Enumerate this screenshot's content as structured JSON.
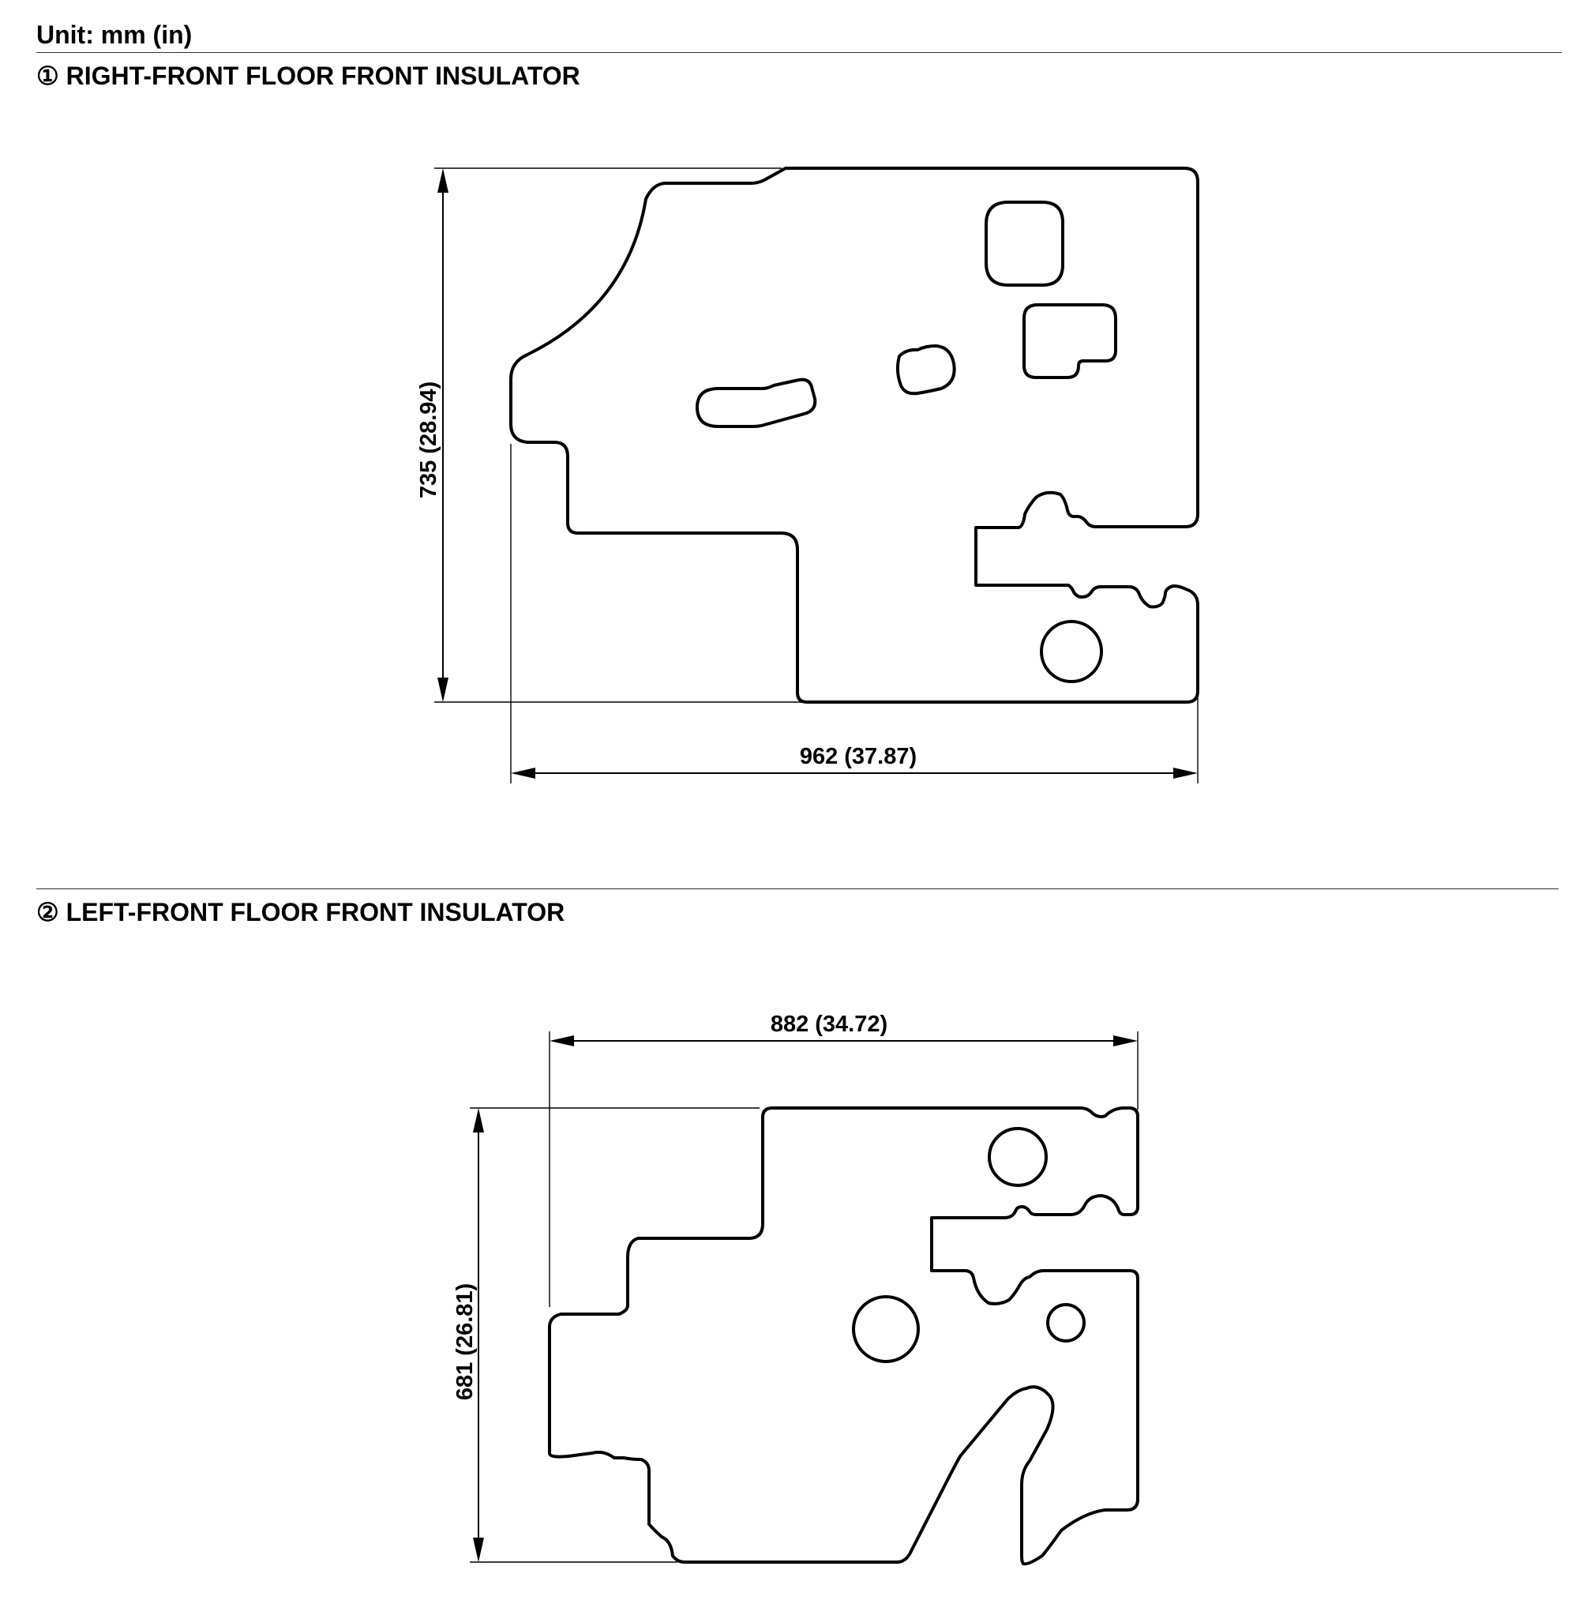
{
  "header": {
    "unit_label": "Unit: mm (in)"
  },
  "parts": [
    {
      "title": "① RIGHT-FRONT FLOOR FRONT INSULATOR",
      "dimensions": {
        "height": "735 (28.94)",
        "width": "962 (37.87)"
      }
    },
    {
      "title": "② LEFT-FRONT FLOOR FRONT INSULATOR",
      "dimensions": {
        "width": "882 (34.72)",
        "height": "681 (26.81)"
      }
    }
  ]
}
